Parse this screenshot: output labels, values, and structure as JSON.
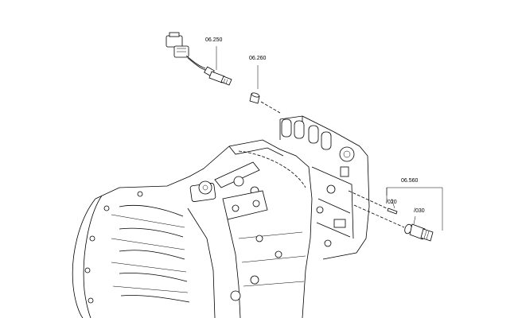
{
  "callouts": {
    "c06250": "06.250",
    "c06260": "06.260",
    "c06560": "06.560",
    "c020": "/020",
    "c030": "/030"
  },
  "colors": {
    "line": "#000000",
    "background": "#ffffff"
  }
}
